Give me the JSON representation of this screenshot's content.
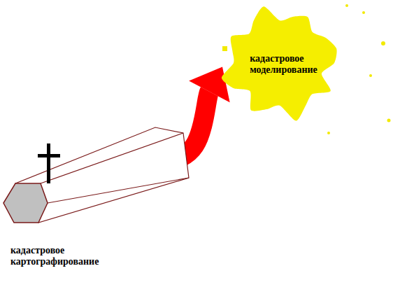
{
  "diagram": {
    "nodes": [
      {
        "text": [
          "кадастровое картографирование"
        ]
      },
      {
        "text": [
          "кадастровое моделирование"
        ]
      }
    ],
    "edges": [
      {
        "from": 0,
        "to": 1,
        "arrow": "to"
      }
    ]
  }
}
